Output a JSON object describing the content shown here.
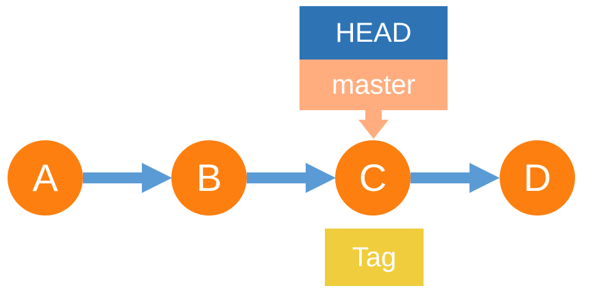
{
  "diagram": {
    "commits": [
      {
        "label": "A"
      },
      {
        "label": "B"
      },
      {
        "label": "C"
      },
      {
        "label": "D"
      }
    ],
    "refs": {
      "head_label": "HEAD",
      "branch_label": "master",
      "tag_label": "Tag"
    },
    "colors": {
      "commit_node": "#fd7f0f",
      "arrow": "#5b9bd5",
      "head_box": "#2e74b5",
      "branch_box": "#ffad7f",
      "tag_box": "#f0cd3c",
      "text": "#ffffff"
    }
  }
}
